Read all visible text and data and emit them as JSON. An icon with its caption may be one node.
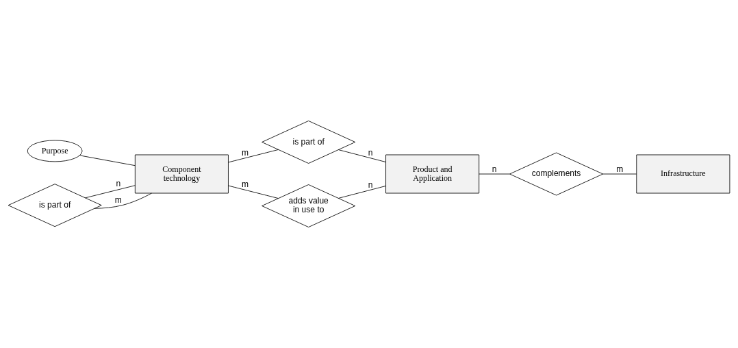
{
  "diagram": {
    "nodes": [
      {
        "text": [
          "Purpose"
        ]
      },
      {
        "text": [
          "Component technology"
        ]
      },
      {
        "text": [
          "is part of"
        ]
      },
      {
        "text": [
          "Product and Application"
        ]
      },
      {
        "text": [
          "is part of"
        ]
      },
      {
        "text": [
          "adds value in use to"
        ]
      },
      {
        "text": [
          "complements"
        ]
      },
      {
        "text": [
          "Infrastructure"
        ]
      }
    ],
    "edges": [
      {
        "from": 0,
        "to": 1,
        "arrow": "none"
      },
      {
        "from": 1,
        "to": 2,
        "arrow": "none",
        "label": "m"
      },
      {
        "from": 2,
        "to": 3,
        "arrow": "none",
        "label": "n"
      },
      {
        "from": 4,
        "to": 1,
        "arrow": "none",
        "label": "n"
      },
      {
        "from": 4,
        "to": 1,
        "arrow": "none",
        "label": "m"
      },
      {
        "from": 1,
        "to": 5,
        "arrow": "none",
        "label": "m"
      },
      {
        "from": 5,
        "to": 3,
        "arrow": "none",
        "label": "n"
      },
      {
        "from": 3,
        "to": 6,
        "arrow": "none",
        "label": "n"
      },
      {
        "from": 6,
        "to": 7,
        "arrow": "none",
        "label": "m"
      }
    ]
  }
}
